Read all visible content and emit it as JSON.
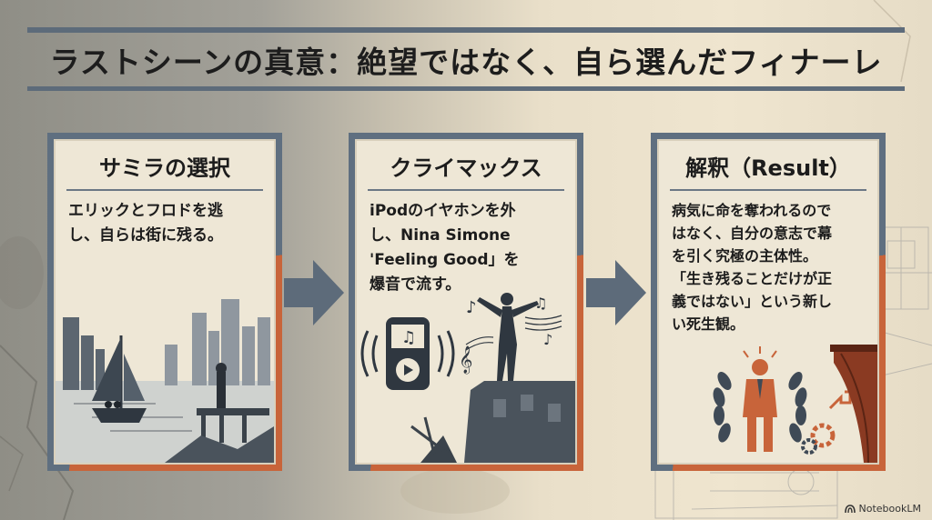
{
  "slide": {
    "title": "ラストシーンの真意：絶望ではなく、自ら選んだフィナーレ",
    "brand": "NotebookLM"
  },
  "panels": [
    {
      "title": "サミラの選択",
      "body": "エリックとフロドを逃\nし、自らは街に残る。",
      "illustration": "sailboat-city-silhouette"
    },
    {
      "title": "クライマックス",
      "body": "iPodのイヤホンを外\nし、Nina Simone\n'Feeling Good」を\n爆音で流す。",
      "illustration": "ipod-music-figure"
    },
    {
      "title": "解釈（Result）",
      "body": "病気に命を奪われるので\nはなく、自分の意志で幕\nを引く究極の主体性。\n「生き残ることだけが正\n義ではない」という新し\nい死生観。",
      "illustration": "laurel-figure-curtain"
    }
  ],
  "colors": {
    "frame_slate": "#5f6f80",
    "frame_orange": "#c8643a",
    "arrow": "#5d6b7a",
    "ink": "#3f4a56"
  }
}
